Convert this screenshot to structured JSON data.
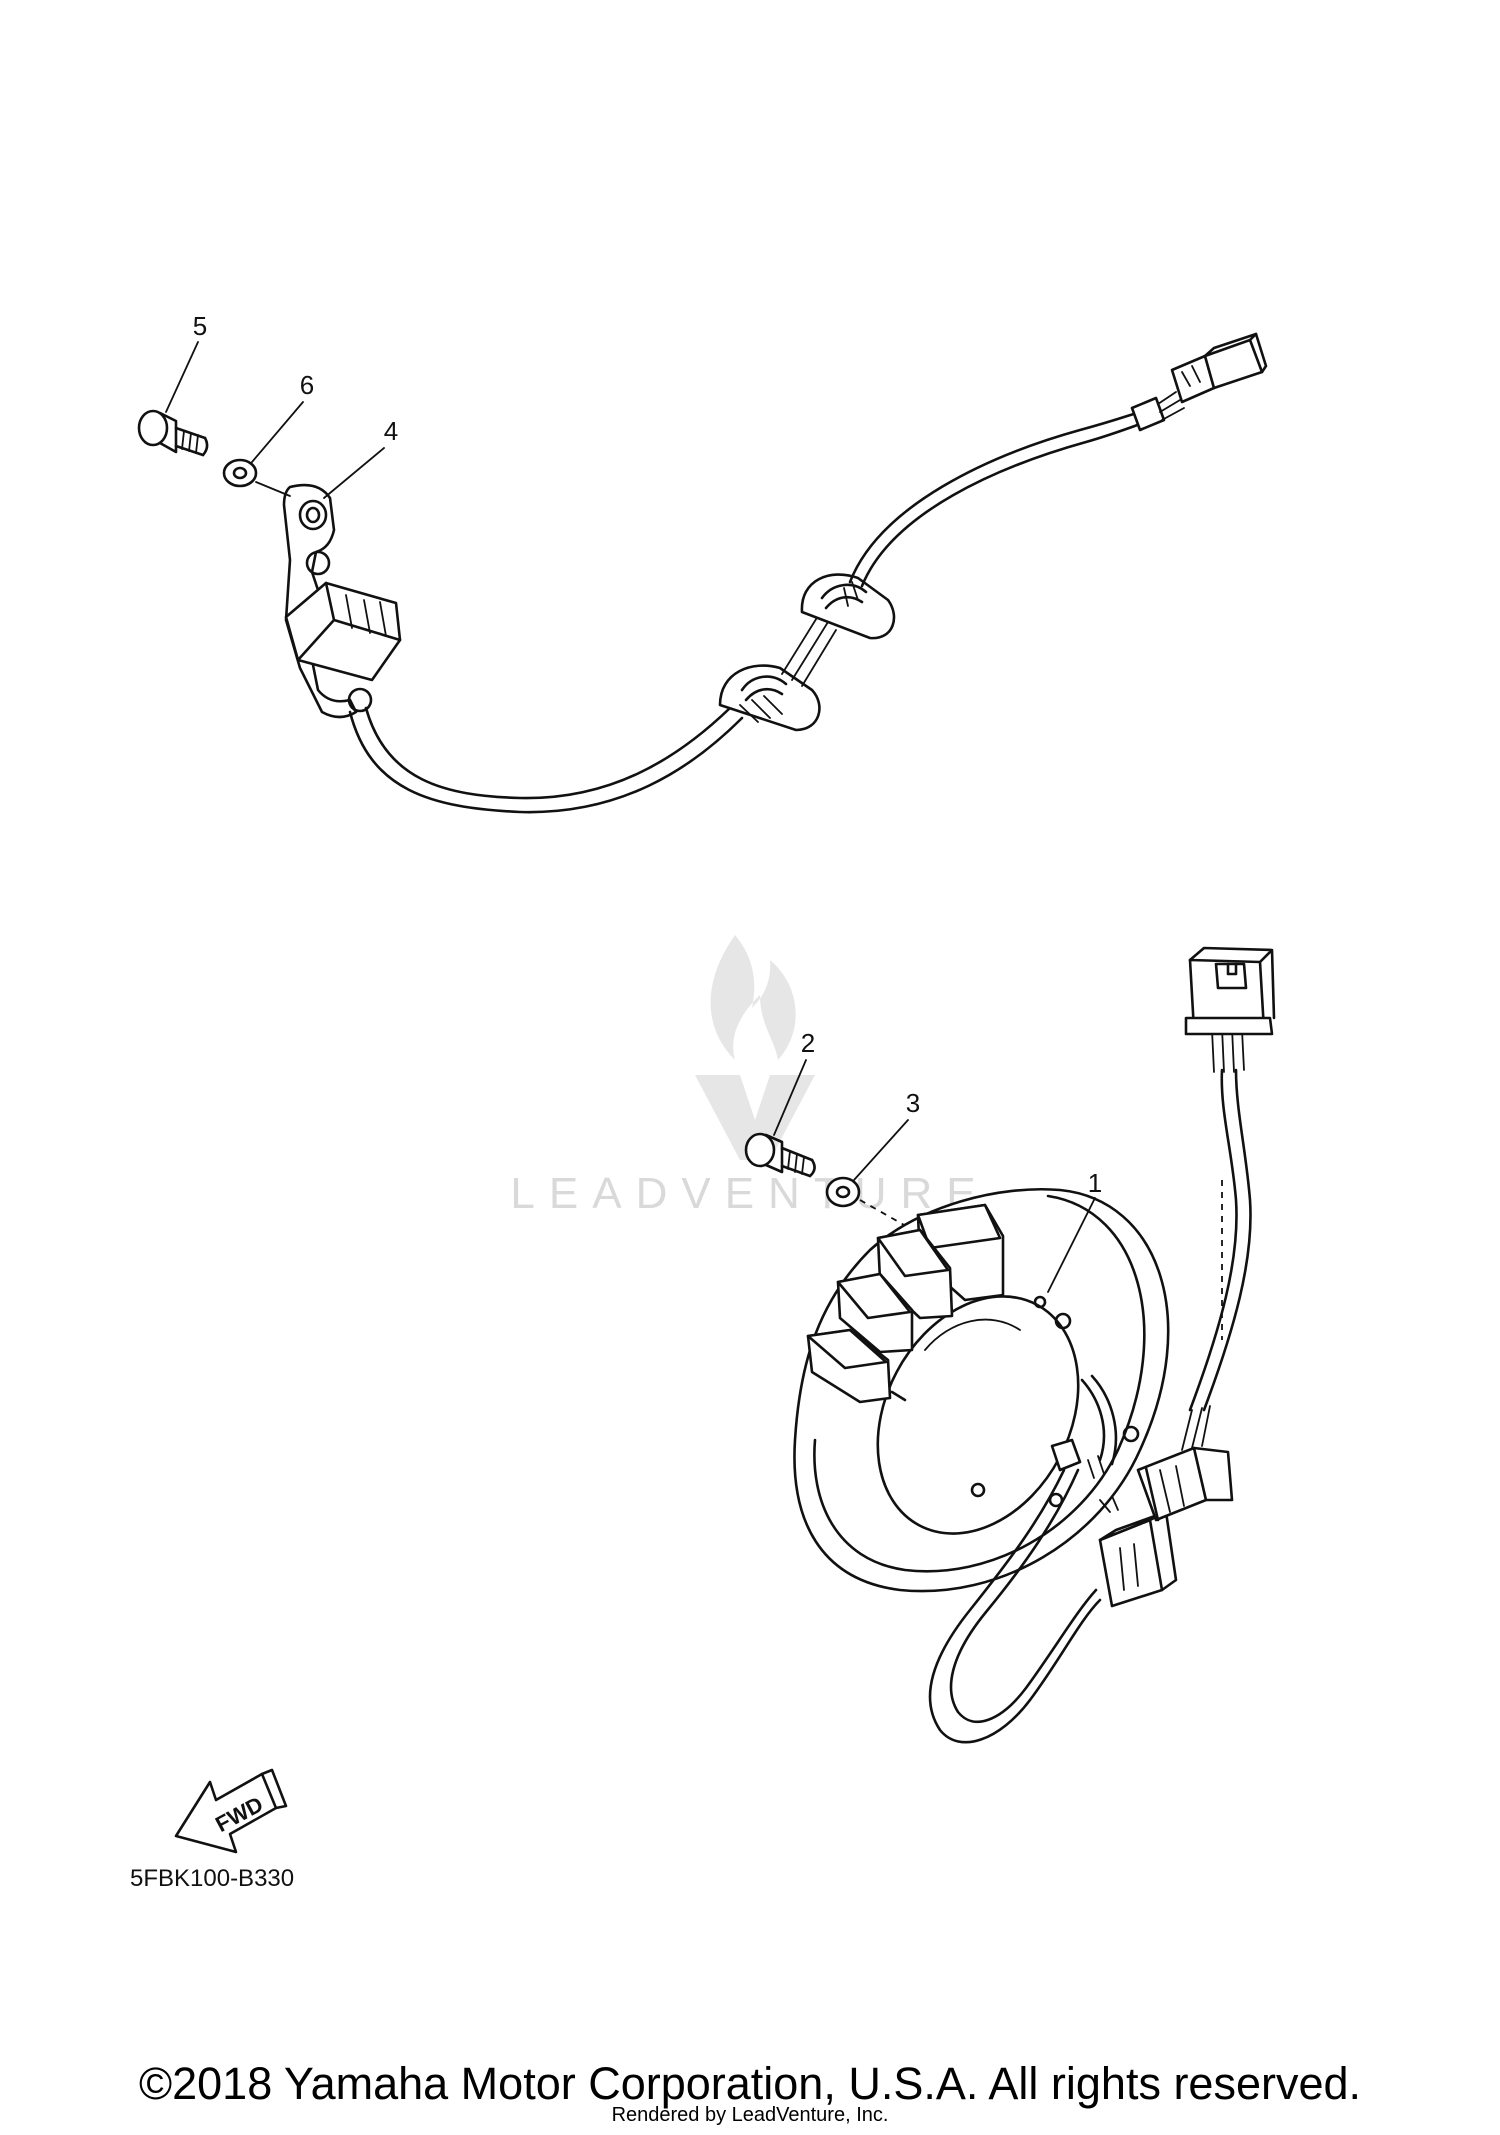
{
  "diagram": {
    "callouts": [
      "1",
      "2",
      "3",
      "4",
      "5",
      "6"
    ],
    "fwd_label": "FWD",
    "part_code": "5FBK100-B330"
  },
  "watermark": {
    "text": "LEADVENTURE"
  },
  "footer": {
    "copyright": "©2018 Yamaha Motor Corporation, U.S.A. All rights reserved.",
    "rendered_by": "Rendered by LeadVenture, Inc."
  }
}
